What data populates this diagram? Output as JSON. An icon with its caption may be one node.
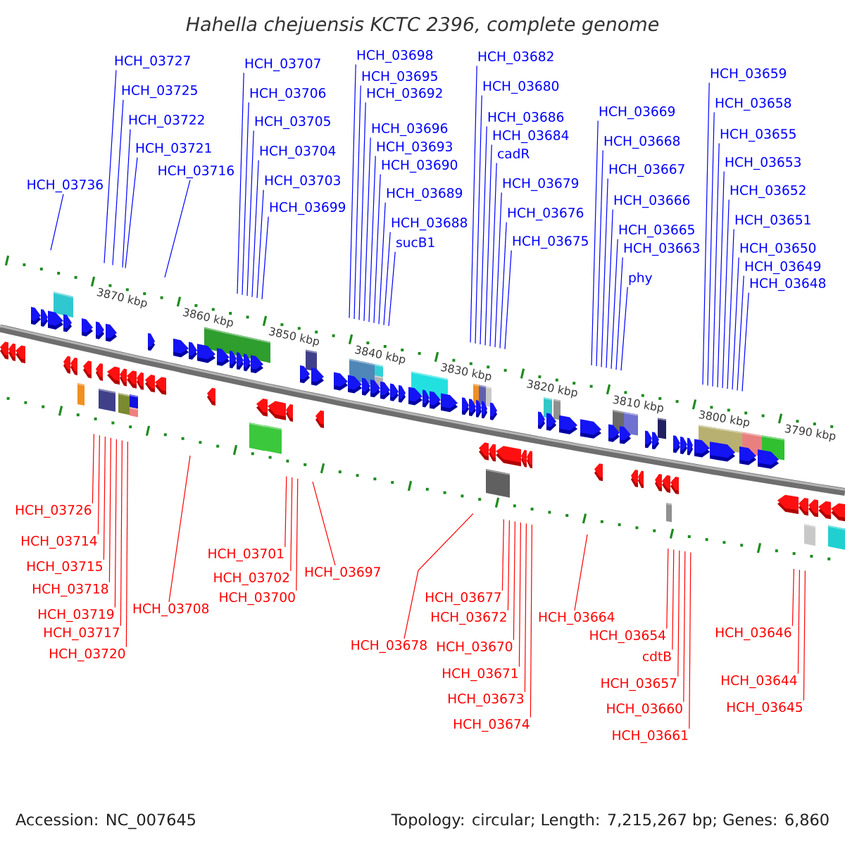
{
  "diagram": {
    "title": "Hahella chejuensis KCTC 2396, complete genome",
    "nodes": [
      {
        "text": [
          "HCH_03727"
        ]
      },
      {
        "text": [
          "HCH_03725"
        ]
      },
      {
        "text": [
          "HCH_03722"
        ]
      },
      {
        "text": [
          "HCH_03721"
        ]
      },
      {
        "text": [
          "HCH_03716"
        ]
      },
      {
        "text": [
          "HCH_03736"
        ]
      },
      {
        "text": [
          "HCH_03707"
        ]
      },
      {
        "text": [
          "HCH_03706"
        ]
      },
      {
        "text": [
          "HCH_03705"
        ]
      },
      {
        "text": [
          "HCH_03704"
        ]
      },
      {
        "text": [
          "HCH_03703"
        ]
      },
      {
        "text": [
          "HCH_03699"
        ]
      },
      {
        "text": [
          "HCH_03698"
        ]
      },
      {
        "text": [
          "HCH_03695"
        ]
      },
      {
        "text": [
          "HCH_03692"
        ]
      },
      {
        "text": [
          "HCH_03696"
        ]
      },
      {
        "text": [
          "HCH_03693"
        ]
      },
      {
        "text": [
          "HCH_03690"
        ]
      },
      {
        "text": [
          "HCH_03689"
        ]
      },
      {
        "text": [
          "HCH_03688"
        ]
      },
      {
        "text": [
          "HCH_03682"
        ]
      },
      {
        "text": [
          "HCH_03680"
        ]
      },
      {
        "text": [
          "HCH_03686"
        ]
      },
      {
        "text": [
          "HCH_03684"
        ]
      },
      {
        "text": [
          "cadR"
        ]
      },
      {
        "text": [
          "HCH_03679"
        ]
      },
      {
        "text": [
          "HCH_03676"
        ]
      },
      {
        "text": [
          "HCH_03675"
        ]
      },
      {
        "text": [
          "sucB1"
        ]
      },
      {
        "text": [
          "HCH_03669"
        ]
      },
      {
        "text": [
          "HCH_03668"
        ]
      },
      {
        "text": [
          "HCH_03667"
        ]
      },
      {
        "text": [
          "HCH_03666"
        ]
      },
      {
        "text": [
          "HCH_03665"
        ]
      },
      {
        "text": [
          "HCH_03663"
        ]
      },
      {
        "text": [
          "phy"
        ]
      },
      {
        "text": [
          "HCH_03659"
        ]
      },
      {
        "text": [
          "HCH_03658"
        ]
      },
      {
        "text": [
          "HCH_03655"
        ]
      },
      {
        "text": [
          "HCH_03653"
        ]
      },
      {
        "text": [
          "HCH_03652"
        ]
      },
      {
        "text": [
          "HCH_03651"
        ]
      },
      {
        "text": [
          "HCH_03650"
        ]
      },
      {
        "text": [
          "HCH_03649"
        ]
      },
      {
        "text": [
          "HCH_03648"
        ]
      },
      {
        "text": [
          "HCH_03726"
        ]
      },
      {
        "text": [
          "HCH_03714"
        ]
      },
      {
        "text": [
          "HCH_03715"
        ]
      },
      {
        "text": [
          "HCH_03718"
        ]
      },
      {
        "text": [
          "HCH_03719"
        ]
      },
      {
        "text": [
          "HCH_03717"
        ]
      },
      {
        "text": [
          "HCH_03720"
        ]
      },
      {
        "text": [
          "HCH_03708"
        ]
      },
      {
        "text": [
          "HCH_03701"
        ]
      },
      {
        "text": [
          "HCH_03702"
        ]
      },
      {
        "text": [
          "HCH_03700"
        ]
      },
      {
        "text": [
          "HCH_03697"
        ]
      },
      {
        "text": [
          "HCH_03678"
        ]
      },
      {
        "text": [
          "HCH_03677"
        ]
      },
      {
        "text": [
          "HCH_03672"
        ]
      },
      {
        "text": [
          "HCH_03670"
        ]
      },
      {
        "text": [
          "HCH_03671"
        ]
      },
      {
        "text": [
          "HCH_03673"
        ]
      },
      {
        "text": [
          "HCH_03674"
        ]
      },
      {
        "text": [
          "HCH_03664"
        ]
      },
      {
        "text": [
          "HCH_03654"
        ]
      },
      {
        "text": [
          "cdtB"
        ]
      },
      {
        "text": [
          "HCH_03657"
        ]
      },
      {
        "text": [
          "HCH_03660"
        ]
      },
      {
        "text": [
          "HCH_03661"
        ]
      },
      {
        "text": [
          "HCH_03646"
        ]
      },
      {
        "text": [
          "HCH_03644"
        ]
      },
      {
        "text": [
          "HCH_03645"
        ]
      }
    ],
    "edges": [
      {
        "from": 0,
        "to": null,
        "arrow": "none"
      },
      {
        "from": 1,
        "to": null,
        "arrow": "none"
      },
      {
        "from": 2,
        "to": null,
        "arrow": "none"
      },
      {
        "from": 3,
        "to": null,
        "arrow": "none"
      },
      {
        "from": 4,
        "to": null,
        "arrow": "none"
      },
      {
        "from": 5,
        "to": null,
        "arrow": "none"
      },
      {
        "from": 6,
        "to": null,
        "arrow": "none"
      },
      {
        "from": 7,
        "to": null,
        "arrow": "none"
      },
      {
        "from": 8,
        "to": null,
        "arrow": "none"
      },
      {
        "from": 9,
        "to": null,
        "arrow": "none"
      },
      {
        "from": 10,
        "to": null,
        "arrow": "none"
      },
      {
        "from": 11,
        "to": null,
        "arrow": "none"
      },
      {
        "from": 12,
        "to": null,
        "arrow": "none"
      },
      {
        "from": 13,
        "to": null,
        "arrow": "none"
      },
      {
        "from": 14,
        "to": null,
        "arrow": "none"
      },
      {
        "from": 15,
        "to": null,
        "arrow": "none"
      },
      {
        "from": 16,
        "to": null,
        "arrow": "none"
      },
      {
        "from": 17,
        "to": null,
        "arrow": "none"
      },
      {
        "from": 18,
        "to": null,
        "arrow": "none"
      },
      {
        "from": 19,
        "to": null,
        "arrow": "none"
      },
      {
        "from": 20,
        "to": null,
        "arrow": "none"
      },
      {
        "from": 21,
        "to": null,
        "arrow": "none"
      },
      {
        "from": 22,
        "to": null,
        "arrow": "none"
      },
      {
        "from": 23,
        "to": null,
        "arrow": "none"
      },
      {
        "from": 24,
        "to": null,
        "arrow": "none"
      },
      {
        "from": 25,
        "to": null,
        "arrow": "none"
      },
      {
        "from": 26,
        "to": null,
        "arrow": "none"
      },
      {
        "from": 27,
        "to": null,
        "arrow": "none"
      },
      {
        "from": 28,
        "to": null,
        "arrow": "none"
      },
      {
        "from": 29,
        "to": null,
        "arrow": "none"
      },
      {
        "from": 30,
        "to": null,
        "arrow": "none"
      },
      {
        "from": 31,
        "to": null,
        "arrow": "none"
      },
      {
        "from": 32,
        "to": null,
        "arrow": "none"
      },
      {
        "from": 33,
        "to": null,
        "arrow": "none"
      },
      {
        "from": 34,
        "to": null,
        "arrow": "none"
      },
      {
        "from": 35,
        "to": null,
        "arrow": "none"
      },
      {
        "from": 36,
        "to": null,
        "arrow": "none"
      },
      {
        "from": 37,
        "to": null,
        "arrow": "none"
      },
      {
        "from": 38,
        "to": null,
        "arrow": "none"
      },
      {
        "from": 39,
        "to": null,
        "arrow": "none"
      },
      {
        "from": 40,
        "to": null,
        "arrow": "none"
      },
      {
        "from": 41,
        "to": null,
        "arrow": "none"
      },
      {
        "from": 42,
        "to": null,
        "arrow": "none"
      },
      {
        "from": 43,
        "to": null,
        "arrow": "none"
      },
      {
        "from": 44,
        "to": null,
        "arrow": "none"
      },
      {
        "from": 45,
        "to": null,
        "arrow": "none",
        "color": "#ff0000"
      },
      {
        "from": 46,
        "to": null,
        "arrow": "none",
        "color": "#ff0000"
      },
      {
        "from": 47,
        "to": null,
        "arrow": "none",
        "color": "#ff0000"
      },
      {
        "from": 48,
        "to": null,
        "arrow": "none",
        "color": "#ff0000"
      },
      {
        "from": 49,
        "to": null,
        "arrow": "none",
        "color": "#ff0000"
      },
      {
        "from": 50,
        "to": null,
        "arrow": "none",
        "color": "#ff0000"
      },
      {
        "from": 51,
        "to": null,
        "arrow": "none",
        "color": "#ff0000"
      },
      {
        "from": 52,
        "to": null,
        "arrow": "none",
        "color": "#ff0000"
      },
      {
        "from": 53,
        "to": null,
        "arrow": "none",
        "color": "#ff0000"
      },
      {
        "from": 54,
        "to": null,
        "arrow": "none",
        "color": "#ff0000"
      },
      {
        "from": 55,
        "to": null,
        "arrow": "none",
        "color": "#ff0000"
      },
      {
        "from": 56,
        "to": null,
        "arrow": "none",
        "color": "#ff0000"
      },
      {
        "from": 57,
        "to": null,
        "arrow": "none",
        "color": "#ff0000"
      },
      {
        "from": 58,
        "to": null,
        "arrow": "none",
        "color": "#ff0000"
      },
      {
        "from": 59,
        "to": null,
        "arrow": "none",
        "color": "#ff0000"
      },
      {
        "from": 60,
        "to": null,
        "arrow": "none",
        "color": "#ff0000"
      },
      {
        "from": 61,
        "to": null,
        "arrow": "none",
        "color": "#ff0000"
      },
      {
        "from": 62,
        "to": null,
        "arrow": "none",
        "color": "#ff0000"
      },
      {
        "from": 63,
        "to": null,
        "arrow": "none",
        "color": "#ff0000"
      },
      {
        "from": 64,
        "to": null,
        "arrow": "none",
        "color": "#ff0000"
      },
      {
        "from": 65,
        "to": null,
        "arrow": "none",
        "color": "#ff0000"
      },
      {
        "from": 66,
        "to": null,
        "arrow": "none",
        "color": "#ff0000"
      },
      {
        "from": 67,
        "to": null,
        "arrow": "none",
        "color": "#ff0000"
      },
      {
        "from": 68,
        "to": null,
        "arrow": "none",
        "color": "#ff0000"
      },
      {
        "from": 69,
        "to": null,
        "arrow": "none",
        "color": "#ff0000"
      },
      {
        "from": 70,
        "to": null,
        "arrow": "none",
        "color": "#ff0000"
      },
      {
        "from": 71,
        "to": null,
        "arrow": "none",
        "color": "#ff0000"
      },
      {
        "from": 72,
        "to": null,
        "arrow": "none",
        "color": "#ff0000"
      }
    ],
    "labels": [
      "3870 kbp",
      "3860 kbp",
      "3850 kbp",
      "3840 kbp",
      "3830 kbp",
      "3820 kbp",
      "3810 kbp",
      "3800 kbp",
      "3790 kbp",
      "Accession: NC_007645",
      "Topology: circular; Length: 7,215,267 bp; Genes: 6,860"
    ]
  }
}
